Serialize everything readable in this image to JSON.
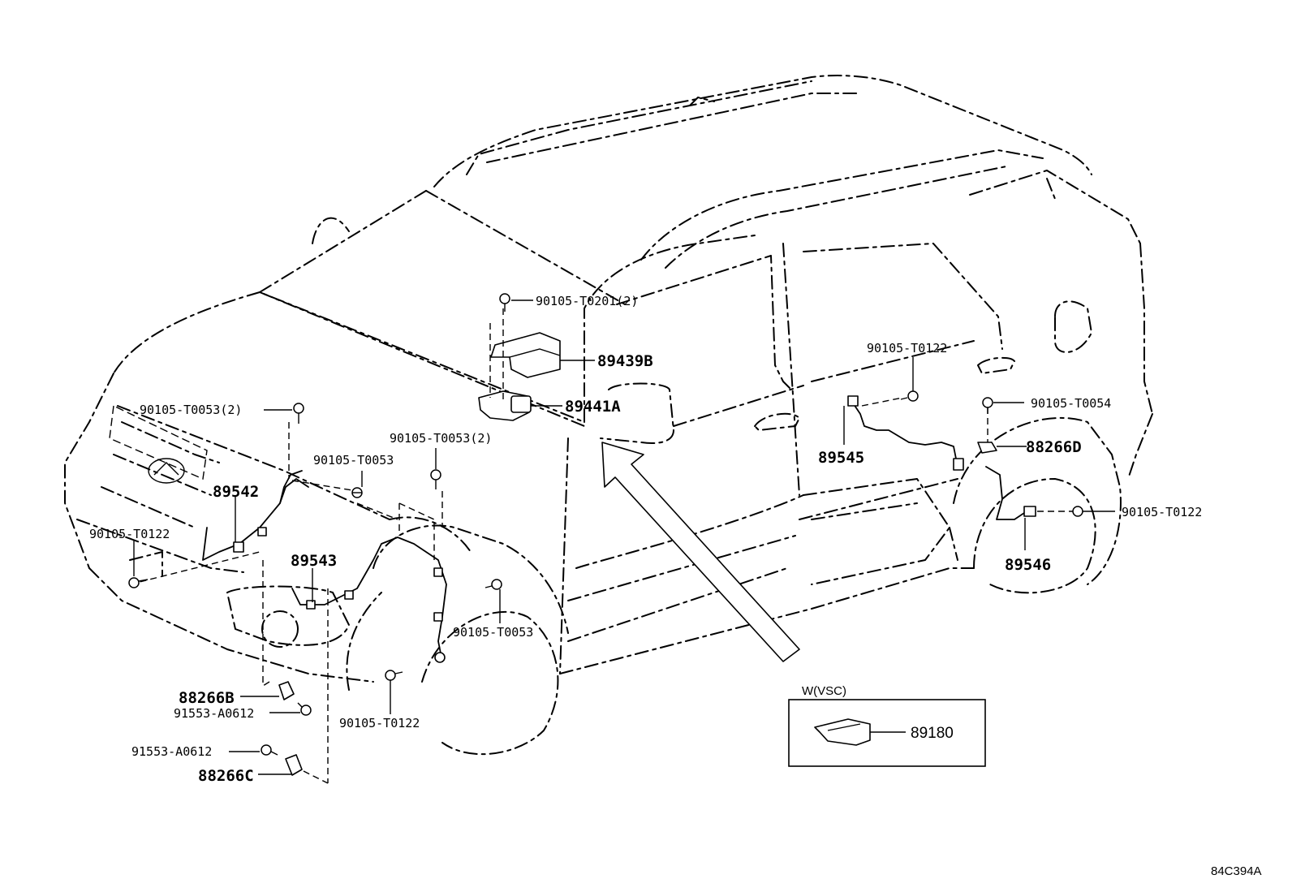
{
  "diagram": {
    "parts": {
      "p89439B": "89439B",
      "p89441A": "89441A",
      "p89542": "89542",
      "p89543": "89543",
      "p89545": "89545",
      "p89546": "89546",
      "p88266B": "88266B",
      "p88266C": "88266C",
      "p88266D": "88266D",
      "p89180": "89180"
    },
    "fasteners": {
      "f_t0201": "90105-T0201(2)",
      "f_t0053_2_left": "90105-T0053(2)",
      "f_t0053_left": "90105-T0053",
      "f_t0053_2_mid": "90105-T0053(2)",
      "f_t0122_left": "90105-T0122",
      "f_t0053_wheel": "90105-T0053",
      "f_t0122_front": "90105-T0122",
      "f_a0612_a": "91553-A0612",
      "f_a0612_b": "91553-A0612",
      "f_t0122_rear_top": "90105-T0122",
      "f_t0054": "90105-T0054",
      "f_t0122_rear_right": "90105-T0122"
    },
    "inset": {
      "title": "W(VSC)"
    },
    "drawing_code": "84C394A"
  }
}
